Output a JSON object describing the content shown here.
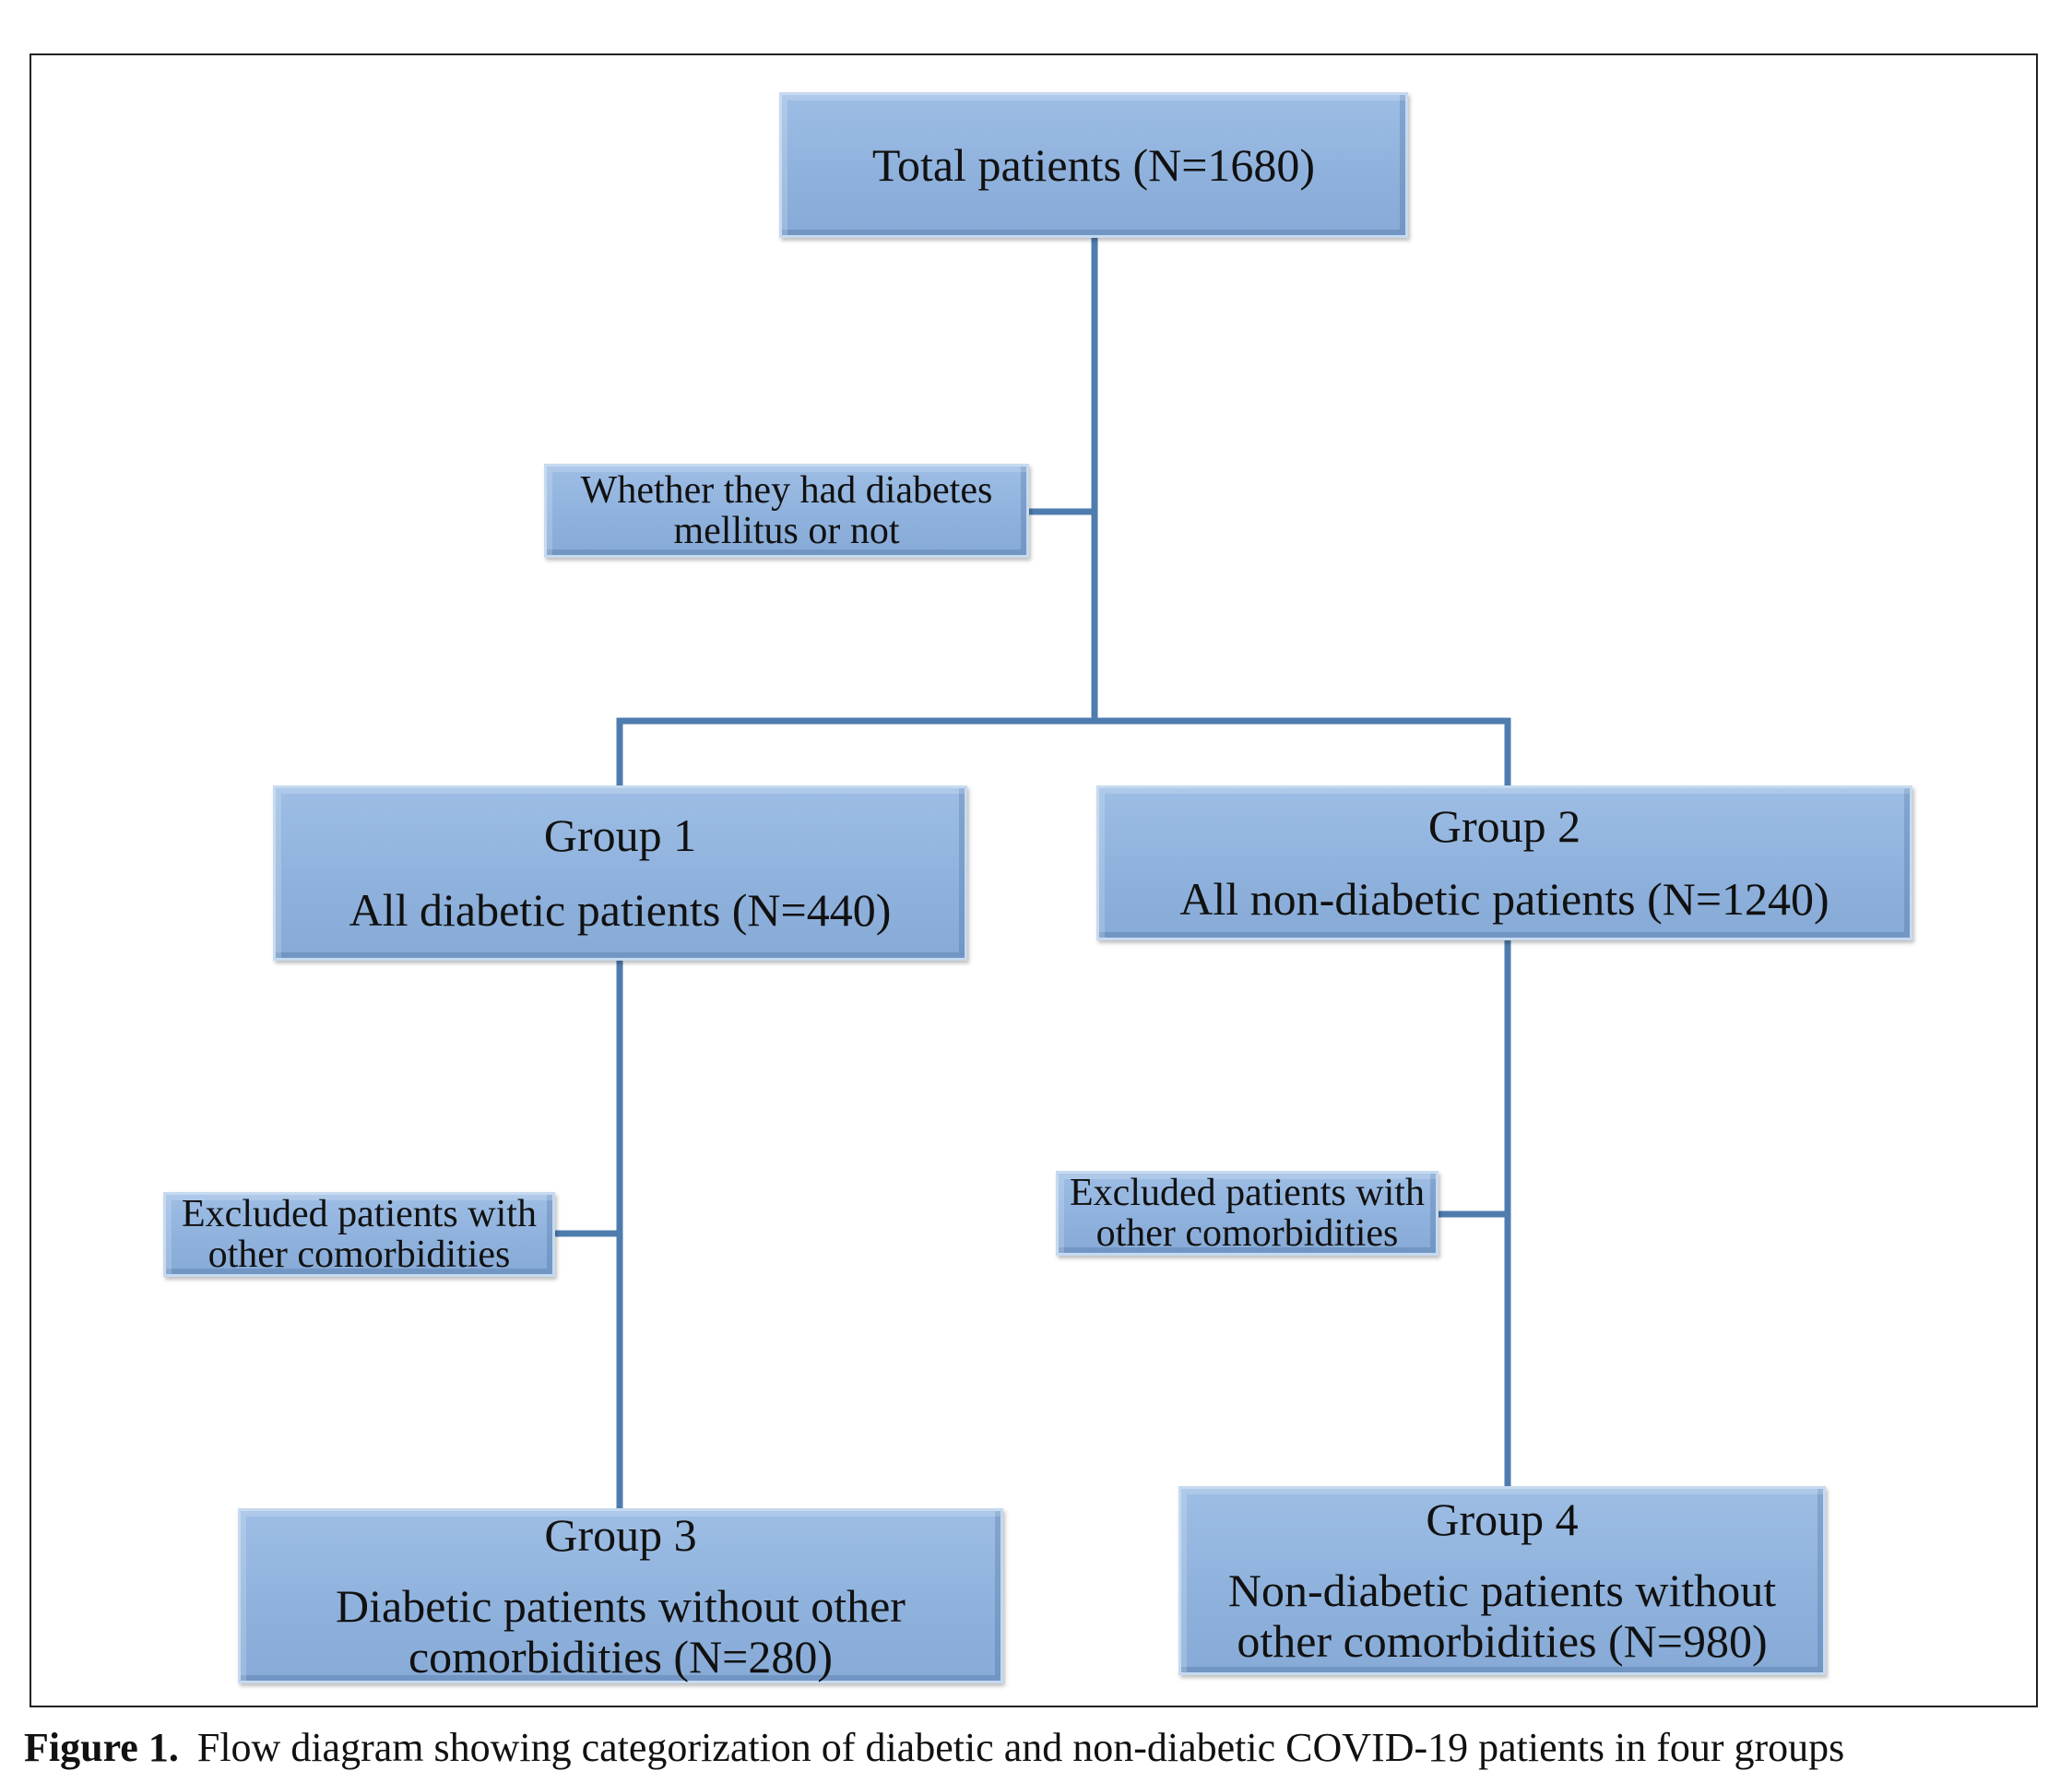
{
  "nodes": {
    "total": {
      "line1": "Total patients (N=1680)"
    },
    "criterion": {
      "line1": "Whether they had diabetes",
      "line2": "mellitus or not"
    },
    "group1": {
      "line1": "Group 1",
      "line2": "All diabetic patients (N=440)"
    },
    "group2": {
      "line1": "Group 2",
      "line2": "All non-diabetic patients (N=1240)"
    },
    "exclude_left": {
      "line1": "Excluded patients with",
      "line2": "other comorbidities"
    },
    "exclude_right": {
      "line1": "Excluded patients with",
      "line2": "other comorbidities"
    },
    "group3": {
      "line1": "Group 3",
      "line2": "Diabetic patients without other",
      "line3": "comorbidities (N=280)"
    },
    "group4": {
      "line1": "Group 4",
      "line2": "Non-diabetic patients without",
      "line3": "other comorbidities (N=980)"
    }
  },
  "caption": {
    "label": "Figure 1.",
    "text": "Flow diagram showing categorization of diabetic and non-diabetic COVID-19 patients in four groups"
  },
  "colors": {
    "box_fill": "#8fb2dd",
    "connector": "#4f7cae"
  }
}
